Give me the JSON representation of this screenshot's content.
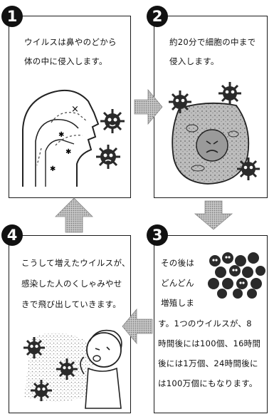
{
  "steps": [
    {
      "number": "1",
      "lines": [
        "ウイルスは鼻やのどから",
        "体の中に侵入します。"
      ]
    },
    {
      "number": "2",
      "lines": [
        "約20分で細胞の中まで",
        "侵入します。"
      ]
    },
    {
      "number": "3",
      "lines": [
        "その後は",
        "どんどん",
        "増殖しま",
        "す。1つのウイルスが、8",
        "時間後には100個、16時間",
        "後には1万個、24時間後に",
        "は100万個にもなります。"
      ]
    },
    {
      "number": "4",
      "lines": [
        "こうして増えたウイルスが、",
        "感染した人のくしゃみやせ",
        "きで飛び出していきます。"
      ]
    }
  ],
  "colors": {
    "ink": "#111111",
    "arrow": "#9a9a9a",
    "virus": "#2a2a2a",
    "cell": "#7a7a7a"
  },
  "icons": [
    "right-arrow-icon",
    "down-arrow-icon",
    "left-arrow-icon",
    "up-arrow-icon",
    "virus-icon",
    "cell-icon",
    "nose-throat-icon",
    "person-sneezing-icon"
  ]
}
